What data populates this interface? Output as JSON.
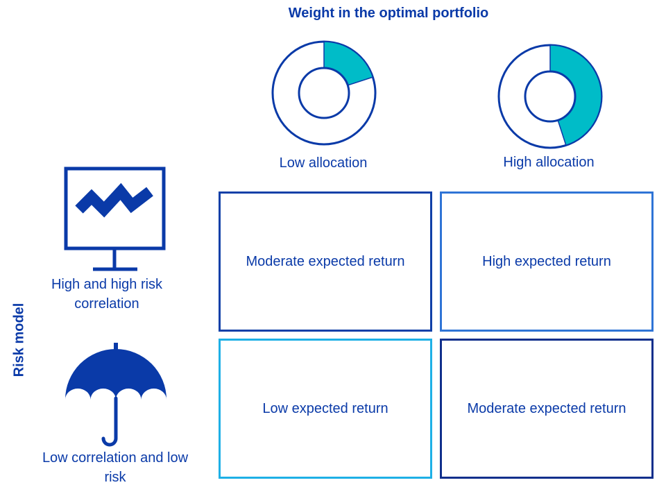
{
  "header": {
    "title": "Weight in the optimal portfolio"
  },
  "columns": [
    {
      "label": "Low allocation",
      "share": 0.2
    },
    {
      "label": "High allocation",
      "share": 0.45
    }
  ],
  "rows": {
    "axis_label": "Risk model",
    "items": [
      {
        "label": "High and high risk correlation",
        "icon": "chart-monitor-icon"
      },
      {
        "label": "Low correlation and low risk",
        "icon": "umbrella-icon"
      }
    ]
  },
  "cells": [
    [
      "Moderate expected return",
      "High expected return"
    ],
    [
      "Low expected return",
      "Moderate expected return"
    ]
  ],
  "colors": {
    "dark_blue": "#0a3aa8",
    "mid_blue": "#2f74d6",
    "light_blue": "#1eb0e6",
    "teal": "#00bcc8"
  }
}
